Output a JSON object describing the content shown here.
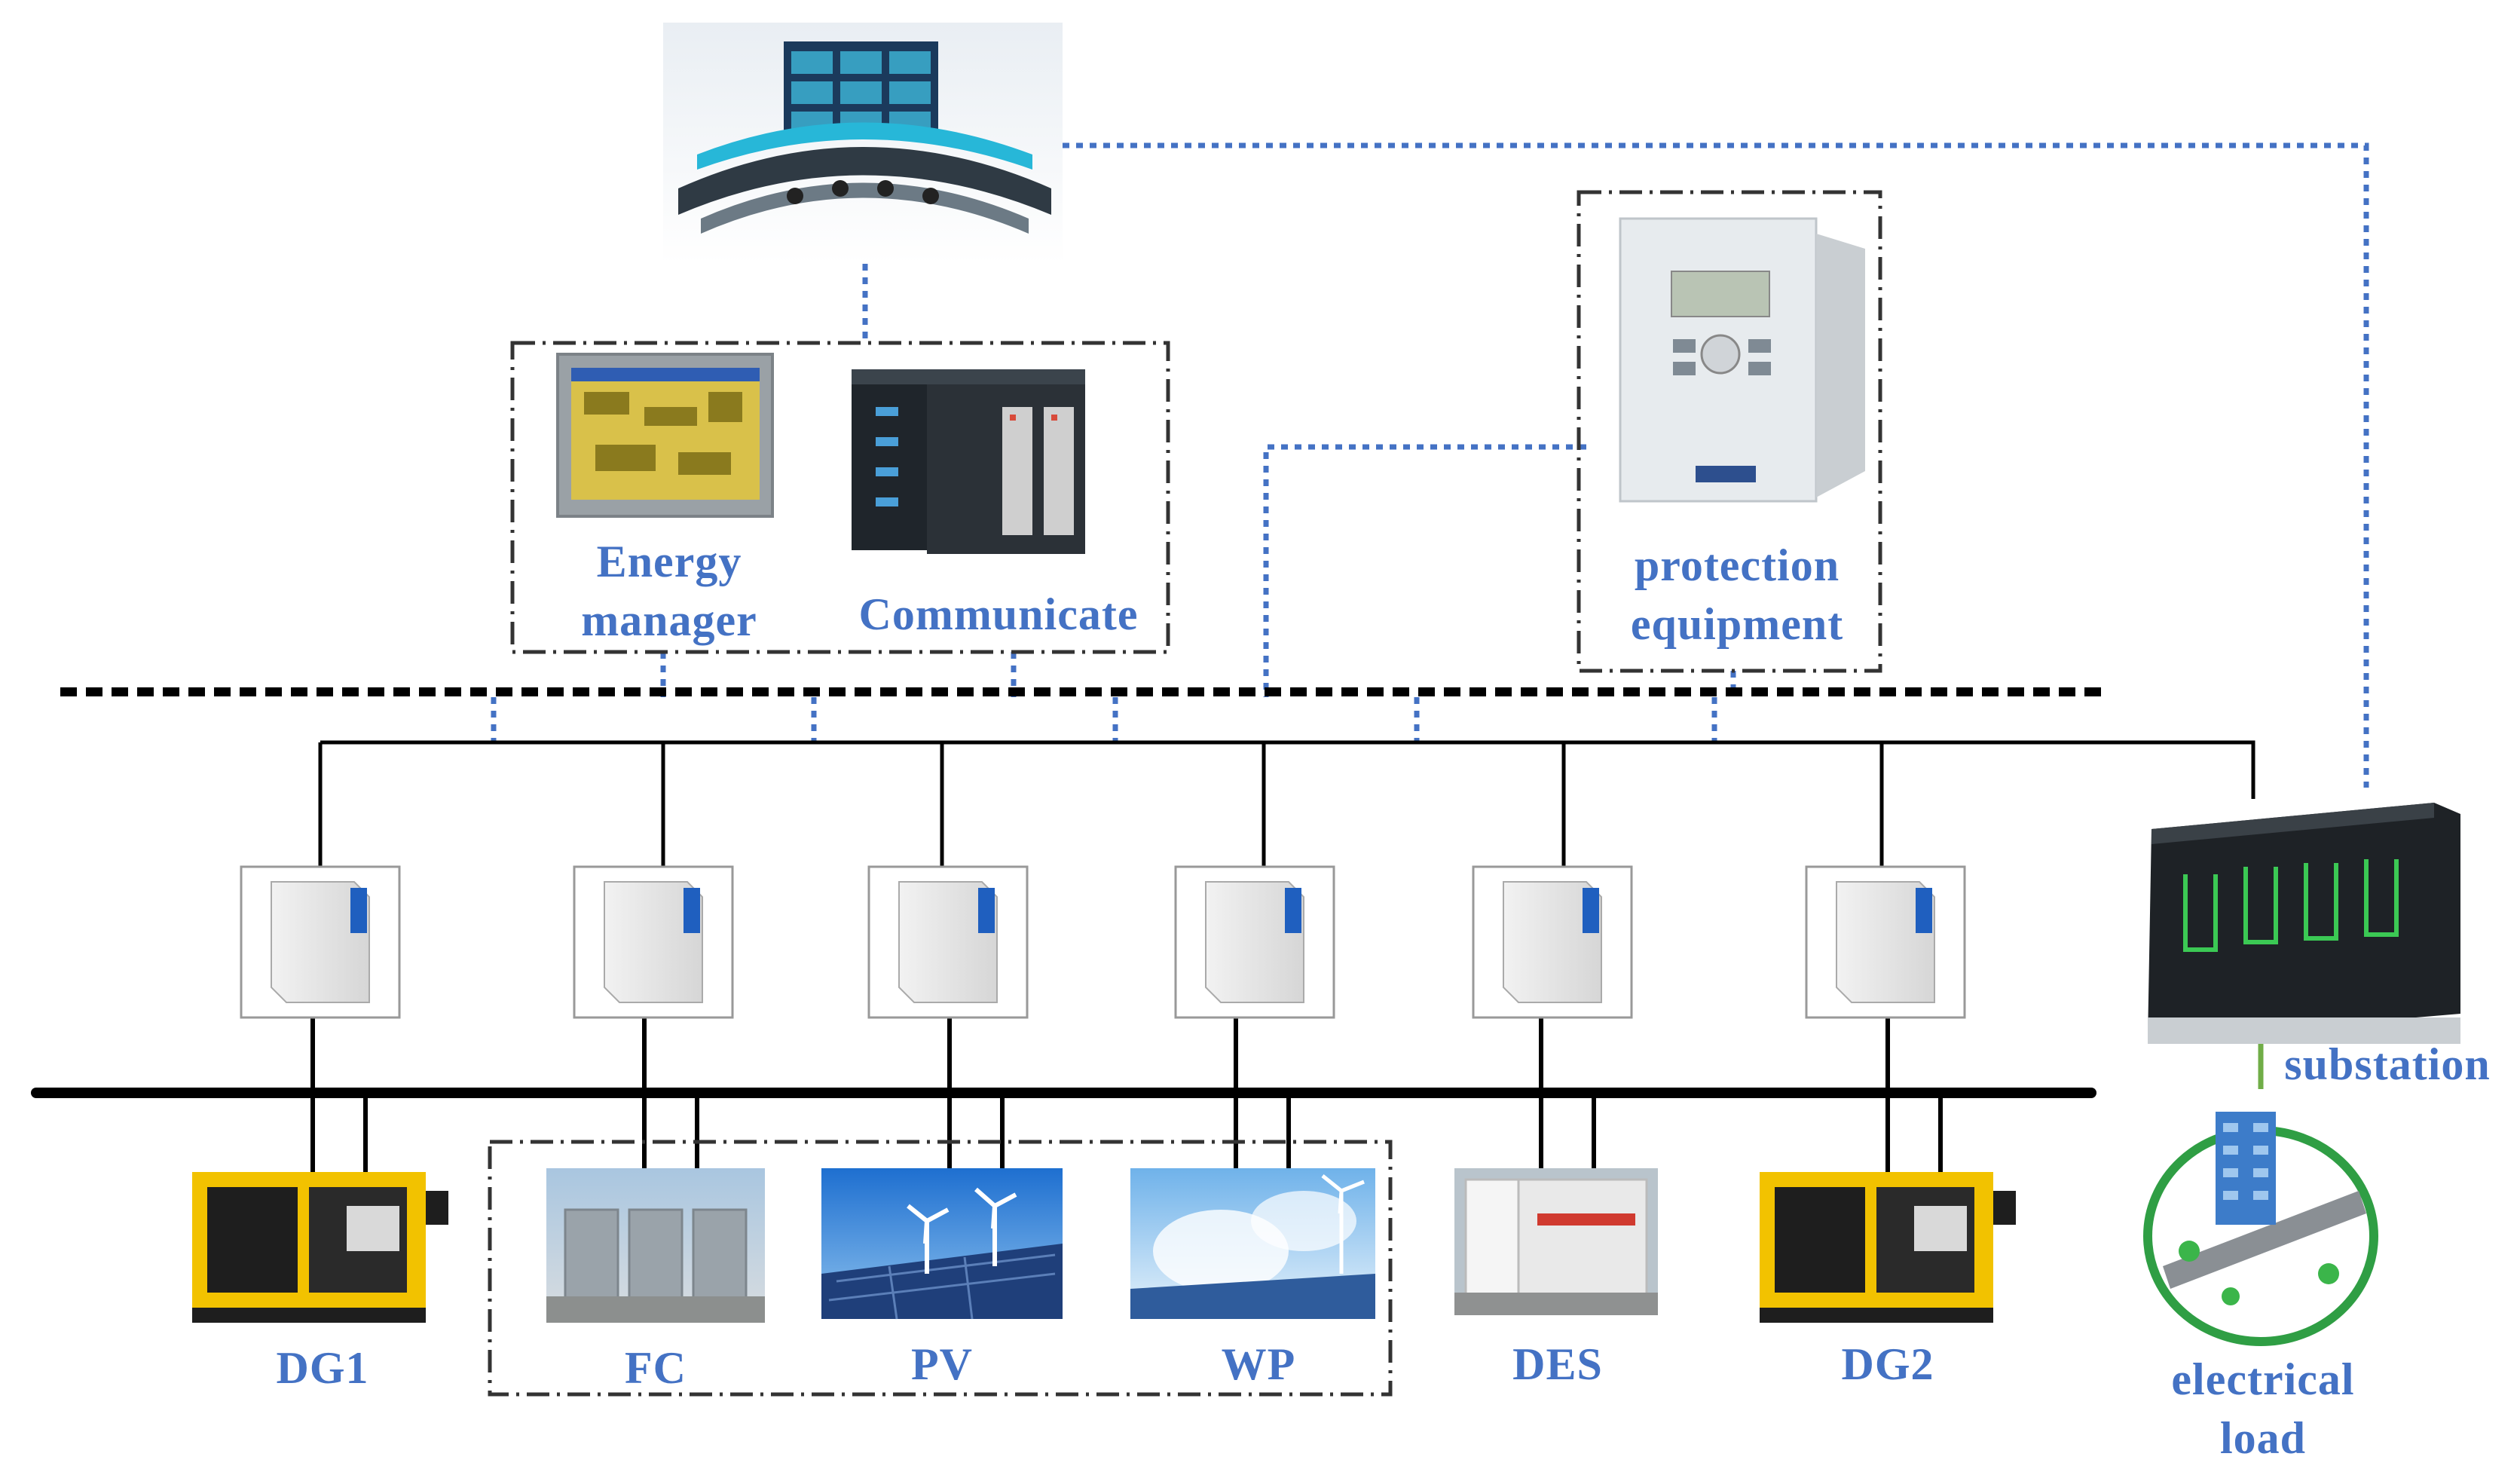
{
  "colors": {
    "label": "#4472c4",
    "bus": "#000000",
    "comm_link": "#4472c4",
    "substation_link": "#70ad47",
    "generator_yellow": "#f2c200",
    "inverter_blue": "#1f5fbf"
  },
  "labels": {
    "energy_manager_line1": "Energy",
    "energy_manager_line2": "manager",
    "communicate": "Communicate",
    "protection_line1": "protection",
    "protection_line2": "equipment",
    "substation": "substation",
    "electrical_load_line1": "electrical",
    "electrical_load_line2": "load"
  },
  "units": [
    {
      "label": "DG1",
      "image": "diesel-generator"
    },
    {
      "label": "FC",
      "image": "fuel-cell"
    },
    {
      "label": "PV",
      "image": "photovoltaic-wind"
    },
    {
      "label": "WP",
      "image": "wind-power"
    },
    {
      "label": "DES",
      "image": "energy-storage-container"
    },
    {
      "label": "DG2",
      "image": "diesel-generator"
    }
  ],
  "images": {
    "control_center": "control-center-room",
    "energy_manager": "touch-panel-computer",
    "communicate": "communication-controller",
    "protection": "protection-relay",
    "inverter": "inverter-cabinet",
    "substation": "switchgear-cabinet",
    "electrical_load": "building-load"
  }
}
